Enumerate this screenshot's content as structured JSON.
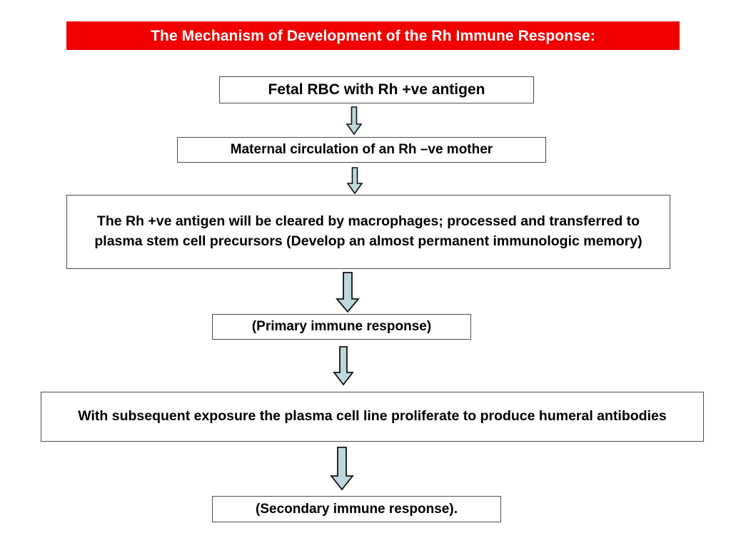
{
  "title": {
    "text": "The Mechanism of Development of the Rh Immune Response:",
    "background_color": "#f20000",
    "text_color": "#ffffff"
  },
  "colors": {
    "banner_red": "#f20000",
    "box_border": "#4d4d4d",
    "box_fill": "#ffffff",
    "arrow_fill": "#bcd8dc",
    "arrow_outline": "#111111",
    "text": "#000000",
    "page_background": "#ffffff"
  },
  "flowchart": {
    "type": "vertical-flow",
    "orientation": "top-to-bottom",
    "steps": [
      {
        "id": "fetal-rbc",
        "label": "Fetal RBC with Rh +ve antigen"
      },
      {
        "id": "maternal-circulation",
        "label": "Maternal circulation of an Rh –ve mother"
      },
      {
        "id": "antigen-cleared",
        "label": "The Rh +ve antigen will be cleared by macrophages; processed and transferred to plasma stem cell precursors (Develop an almost permanent immunologic memory)"
      },
      {
        "id": "primary-response",
        "label": "(Primary immune response)"
      },
      {
        "id": "subsequent-exposure",
        "label": "With subsequent exposure the plasma cell line proliferate to produce humeral antibodies"
      },
      {
        "id": "secondary-response",
        "label": "(Secondary immune response)."
      }
    ],
    "connectors": [
      {
        "id": "arrow-1",
        "from": "fetal-rbc",
        "to": "maternal-circulation",
        "icon": "down-arrow-icon"
      },
      {
        "id": "arrow-2",
        "from": "maternal-circulation",
        "to": "antigen-cleared",
        "icon": "down-arrow-icon"
      },
      {
        "id": "arrow-3",
        "from": "antigen-cleared",
        "to": "primary-response",
        "icon": "down-arrow-icon"
      },
      {
        "id": "arrow-4",
        "from": "primary-response",
        "to": "subsequent-exposure",
        "icon": "down-arrow-icon"
      },
      {
        "id": "arrow-5",
        "from": "subsequent-exposure",
        "to": "secondary-response",
        "icon": "down-arrow-icon"
      }
    ]
  }
}
